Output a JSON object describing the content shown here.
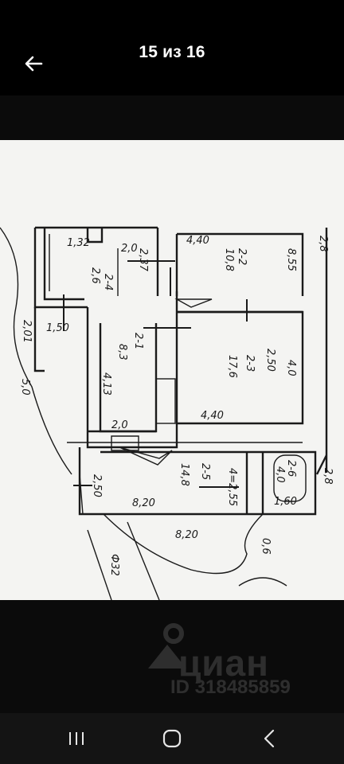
{
  "header": {
    "title": "15 из 16"
  },
  "plan": {
    "labels": [
      "1,32",
      "2,6",
      "2-4",
      "2,0",
      "2,37",
      "4,40",
      "2-2",
      "10,8",
      "8,55",
      "1,50",
      "2,01",
      "5,0",
      "2-1",
      "8,3",
      "4,13",
      "2-3",
      "17,6",
      "4,40",
      "2,50",
      "4,0",
      "2,0",
      "2-5",
      "14,8",
      "4=2,55",
      "2-6",
      "4,0",
      "1,60",
      "2,8",
      "8,20",
      "2,50",
      "8,20",
      "2,8",
      "0,6",
      "Ф32"
    ]
  },
  "watermark": {
    "brand": "циан",
    "id": "ID 318485859"
  },
  "nav": {
    "recents_label": "Recent apps",
    "home_label": "Home",
    "back_label": "Back"
  },
  "colors": {
    "background": "#0b0b0b",
    "bar": "#000000",
    "nav_bar": "#141414",
    "paper": "#f4f4f2",
    "ink": "#1a1a1a"
  }
}
